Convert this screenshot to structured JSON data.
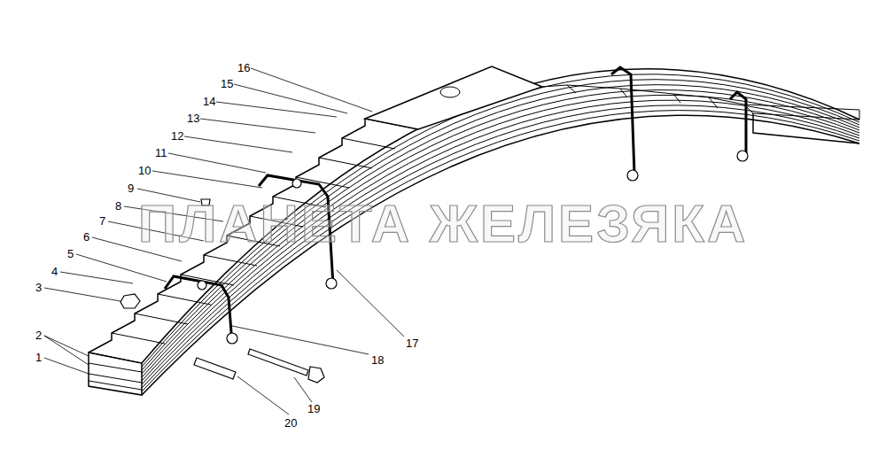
{
  "diagram": {
    "labels": [
      "1",
      "2",
      "3",
      "4",
      "5",
      "6",
      "7",
      "8",
      "9",
      "10",
      "11",
      "12",
      "13",
      "14",
      "15",
      "16",
      "17",
      "18",
      "19",
      "20",
      "ПЛАНЕТА ЖЕЛЕЗЯКА"
    ]
  }
}
